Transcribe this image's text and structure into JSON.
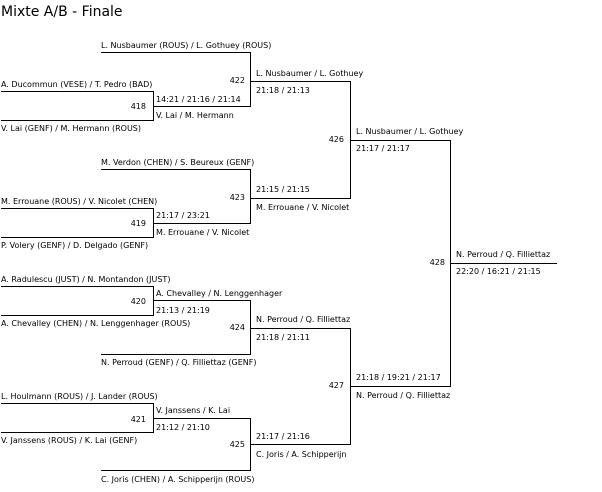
{
  "title": "Mixte A/B - Finale",
  "entries": {
    "e1": "L. Nusbaumer (ROUS) / L. Gothuey (ROUS)",
    "e2": "A. Ducommun (VESE) / T. Pedro (BAD)",
    "e3": "V. Lai (GENF) / M. Hermann (ROUS)",
    "e4": "M. Verdon (CHEN) / S. Beureux (GENF)",
    "e5": "M. Errouane (ROUS) / V. Nicolet (CHEN)",
    "e6": "P. Volery (GENF) / D. Delgado (GENF)",
    "e7": "A. Radulescu (JUST) / N. Montandon (JUST)",
    "e8": "A. Chevalley (CHEN) / N. Lenggenhager (ROUS)",
    "e9": "N. Perroud (GENF) / Q. Filliettaz (GENF)",
    "e10": "L. Houlmann (ROUS) / J. Lander (ROUS)",
    "e11": "V. Janssens (ROUS) / K. Lai (GENF)",
    "e12": "C. Joris (CHEN) / A. Schipperijn (ROUS)"
  },
  "matches": {
    "m418": {
      "num": "418",
      "winner": "V. Lai / M. Hermann",
      "score": "14:21 / 21:16 / 21:14"
    },
    "m419": {
      "num": "419",
      "winner": "M. Errouane / V. Nicolet",
      "score": "21:17 / 23:21"
    },
    "m420": {
      "num": "420",
      "winner": "A. Chevalley / N. Lenggenhager",
      "score": "21:13 / 21:19"
    },
    "m421": {
      "num": "421",
      "winner": "V. Janssens / K. Lai",
      "score": "21:12 / 21:10"
    },
    "m422": {
      "num": "422",
      "winner": "L. Nusbaumer / L. Gothuey",
      "score": "21:18 / 21:13"
    },
    "m423": {
      "num": "423",
      "winner": "M. Errouane / V. Nicolet",
      "score": "21:15 / 21:15"
    },
    "m424": {
      "num": "424",
      "winner": "N. Perroud / Q. Filliettaz",
      "score": "21:18 / 21:11"
    },
    "m425": {
      "num": "425",
      "winner": "C. Joris / A. Schipperijn",
      "score": "21:17 / 21:16"
    },
    "m426": {
      "num": "426",
      "winner": "L. Nusbaumer / L. Gothuey",
      "score": "21:17 / 21:17"
    },
    "m427": {
      "num": "427",
      "winner": "N. Perroud / Q. Filliettaz",
      "score": "21:18 / 19:21 / 21:17"
    },
    "m428": {
      "num": "428",
      "winner": "N. Perroud / Q. Filliettaz",
      "score": "22:20 / 16:21 / 21:15"
    }
  }
}
